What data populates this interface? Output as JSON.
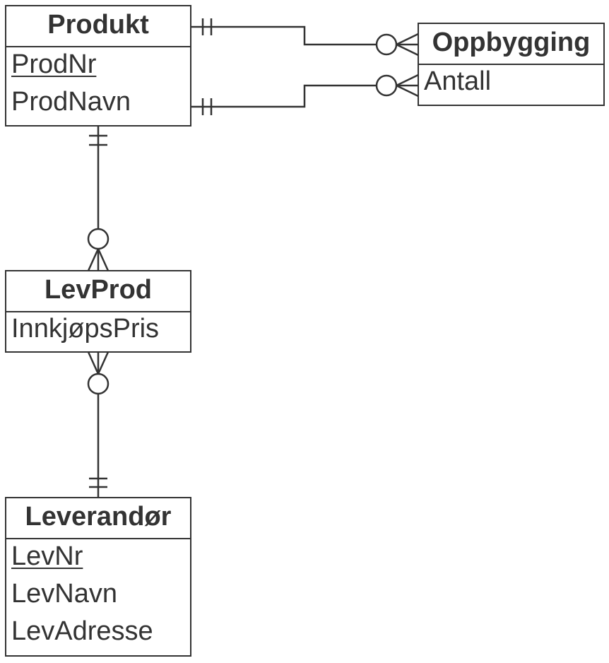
{
  "entities": {
    "produkt": {
      "name": "Produkt",
      "attributes": [
        "ProdNr",
        "ProdNavn"
      ]
    },
    "oppbygging": {
      "name": "Oppbygging",
      "attributes": [
        "Antall"
      ]
    },
    "levprod": {
      "name": "LevProd",
      "attributes": [
        "InnkjøpsPris"
      ]
    },
    "leverandor": {
      "name": "Leverandør",
      "attributes": [
        "LevNr",
        "LevNavn",
        "LevAdresse"
      ]
    }
  },
  "relationships": [
    {
      "from": "Produkt",
      "from_cardinality": "exactly one",
      "to": "Oppbygging",
      "to_cardinality": "zero or many"
    },
    {
      "from": "Produkt",
      "from_cardinality": "exactly one",
      "to": "Oppbygging",
      "to_cardinality": "zero or many"
    },
    {
      "from": "Produkt",
      "from_cardinality": "exactly one",
      "to": "LevProd",
      "to_cardinality": "zero or many"
    },
    {
      "from": "Leverandør",
      "from_cardinality": "exactly one",
      "to": "LevProd",
      "to_cardinality": "zero or many"
    }
  ],
  "colors": {
    "line": "#333333",
    "text": "#333333",
    "background": "#ffffff"
  }
}
